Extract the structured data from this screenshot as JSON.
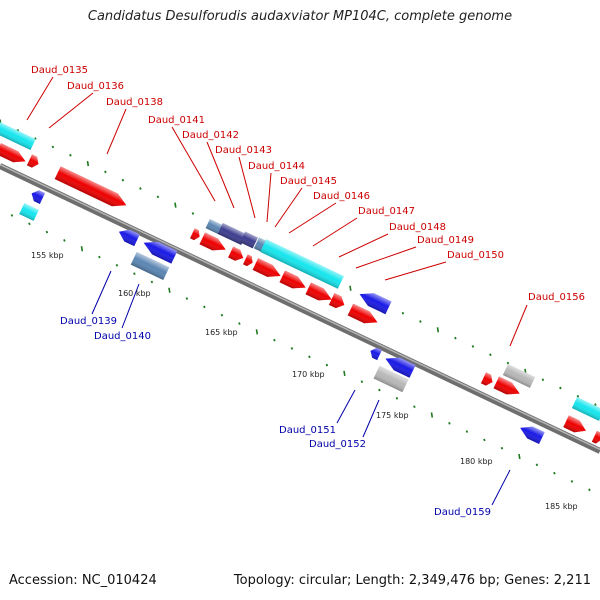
{
  "header": {
    "title": "Candidatus Desulforudis audaxviator MP104C, complete genome"
  },
  "footer": {
    "accession": "Accession: NC_010424",
    "summary": "Topology: circular; Length: 2,349,476 bp; Genes: 2,211"
  },
  "colors": {
    "forward_label": "#cc0000",
    "reverse_label": "#0000aa",
    "forward_gene": "#ee0000",
    "reverse_gene": "#1a1ae6",
    "cyan_gene": "#16e6ee",
    "navy_gene": "#3d3d8f",
    "steel_gene": "#5b86b3",
    "grey_gene": "#b8b8b8",
    "tick": "#1f7a1f",
    "backbone": "#7a7a7a"
  },
  "scale_labels": [
    "155 kbp",
    "160 kbp",
    "165 kbp",
    "170 kbp",
    "175 kbp",
    "180 kbp",
    "185 kbp"
  ],
  "genes": {
    "forward": [
      "Daud_0135",
      "Daud_0136",
      "Daud_0138",
      "Daud_0141",
      "Daud_0142",
      "Daud_0143",
      "Daud_0144",
      "Daud_0145",
      "Daud_0146",
      "Daud_0147",
      "Daud_0148",
      "Daud_0149",
      "Daud_0150",
      "Daud_0156"
    ],
    "reverse": [
      "Daud_0139",
      "Daud_0140",
      "Daud_0151",
      "Daud_0152",
      "Daud_0159"
    ]
  }
}
